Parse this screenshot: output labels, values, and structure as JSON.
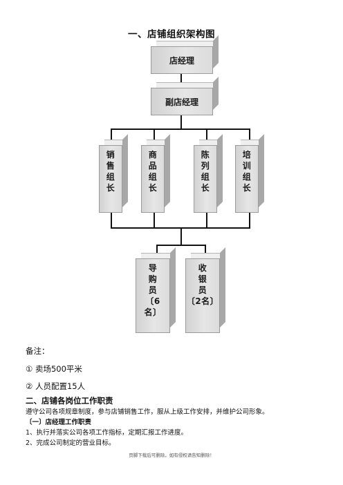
{
  "title": "一、店铺组织架构图",
  "org": {
    "store_manager": "店经理",
    "deputy_manager": "副店经理",
    "groups": [
      {
        "label": "销\n售\n组\n长"
      },
      {
        "label": "商\n品\n组\n长"
      },
      {
        "label": "陈\n列\n组\n长"
      },
      {
        "label": "培\n训\n组\n长"
      }
    ],
    "staff": [
      {
        "label": "导\n购\n员\n〔6\n名〕"
      },
      {
        "label": "收\n银\n员\n〔2名〕"
      }
    ]
  },
  "notes": {
    "heading": "备注：",
    "items": [
      "① 卖场500平米",
      "② 人员配置15人"
    ]
  },
  "section2": {
    "title": "二、店铺各岗位工作职责",
    "intro": "遵守公司各项规章制度，参与店铺销售工作，服从上级工作安排，并维护公司形象。",
    "sub_title": "〔一〕店经理工作职责",
    "duties": [
      "1、执行并落实公司各项工作指标，定期汇报工作进度。",
      "2、完成公司制定的营业目标。"
    ]
  },
  "footer": "页脚下载后可删除，如有侵权请告知删除！"
}
